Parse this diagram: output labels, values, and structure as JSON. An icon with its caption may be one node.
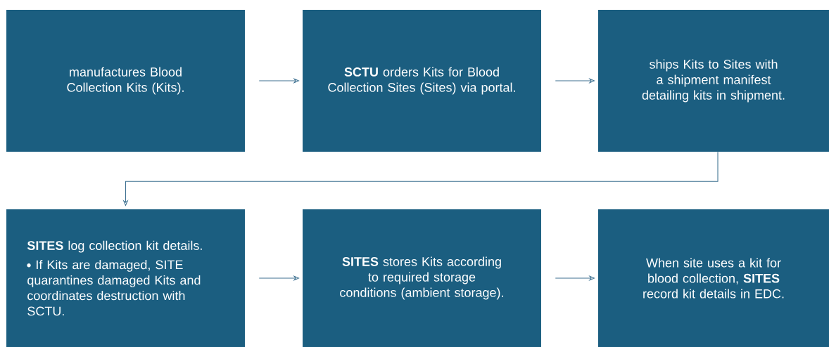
{
  "diagram": {
    "nodes": [
      {
        "text": [
          "manufactures Blood Collection Kits (Kits)."
        ]
      },
      {
        "text": [
          "**SCTU** orders Kits for Blood Collection Sites (Sites) via portal."
        ]
      },
      {
        "text": [
          "ships Kits to Sites with a shipment manifest detailing kits in shipment."
        ]
      },
      {
        "text": [
          "**SITES** log collection kit details.",
          "If Kits are damaged, SITE quarantines damaged Kits and coordinates destruction with SCTU."
        ]
      },
      {
        "text": [
          "**SITES** stores Kits according to required storage conditions (ambient storage)."
        ]
      },
      {
        "text": [
          "When site uses a kit for blood collection, **SITES** record kit details in EDC."
        ]
      }
    ],
    "edges": [
      {
        "from": 0,
        "to": 1,
        "arrow": "to"
      },
      {
        "from": 1,
        "to": 2,
        "arrow": "to"
      },
      {
        "from": 2,
        "to": 3,
        "arrow": "to"
      },
      {
        "from": 3,
        "to": 4,
        "arrow": "to"
      },
      {
        "from": 4,
        "to": 5,
        "arrow": "to"
      }
    ]
  }
}
